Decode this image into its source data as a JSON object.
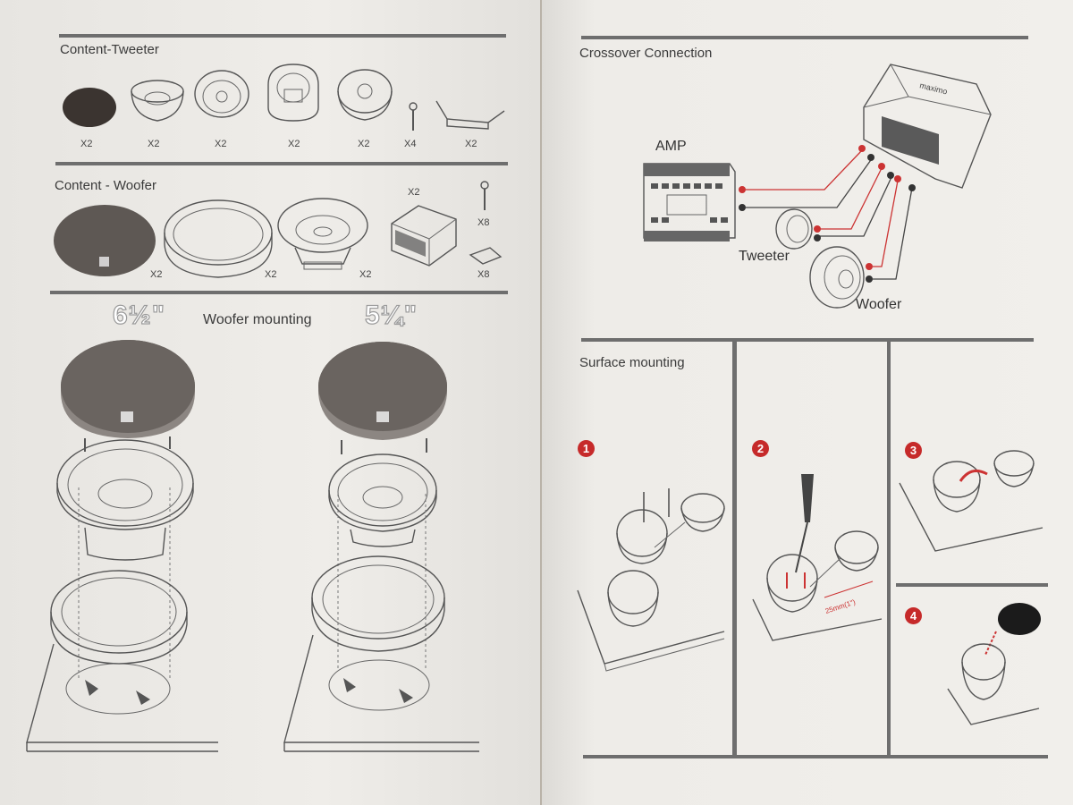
{
  "left": {
    "tweeter_title": "Content-Tweeter",
    "tweeter_qty": [
      "X2",
      "X2",
      "X2",
      "X2",
      "X2",
      "X4",
      "X2"
    ],
    "woofer_title": "Content - Woofer",
    "woofer_qty": {
      "grille": "X2",
      "ring": "X2",
      "woofer": "X2",
      "crossover": "X2",
      "screw": "X8",
      "clip": "X8"
    },
    "mounting_title": "Woofer mounting",
    "size_large": "6½\"",
    "size_small": "5¼\""
  },
  "right": {
    "crossover_title": "Crossover Connection",
    "amp_label": "AMP",
    "tweeter_label": "Tweeter",
    "woofer_label": "Woofer",
    "brand": "maximo",
    "surface_title": "Surface mounting",
    "steps": [
      "1",
      "2",
      "3",
      "4"
    ],
    "measure": "25mm(1\")"
  },
  "colors": {
    "accent_red": "#c62a2a",
    "rule": "#6e6e6e",
    "paper": "#eceae6"
  }
}
